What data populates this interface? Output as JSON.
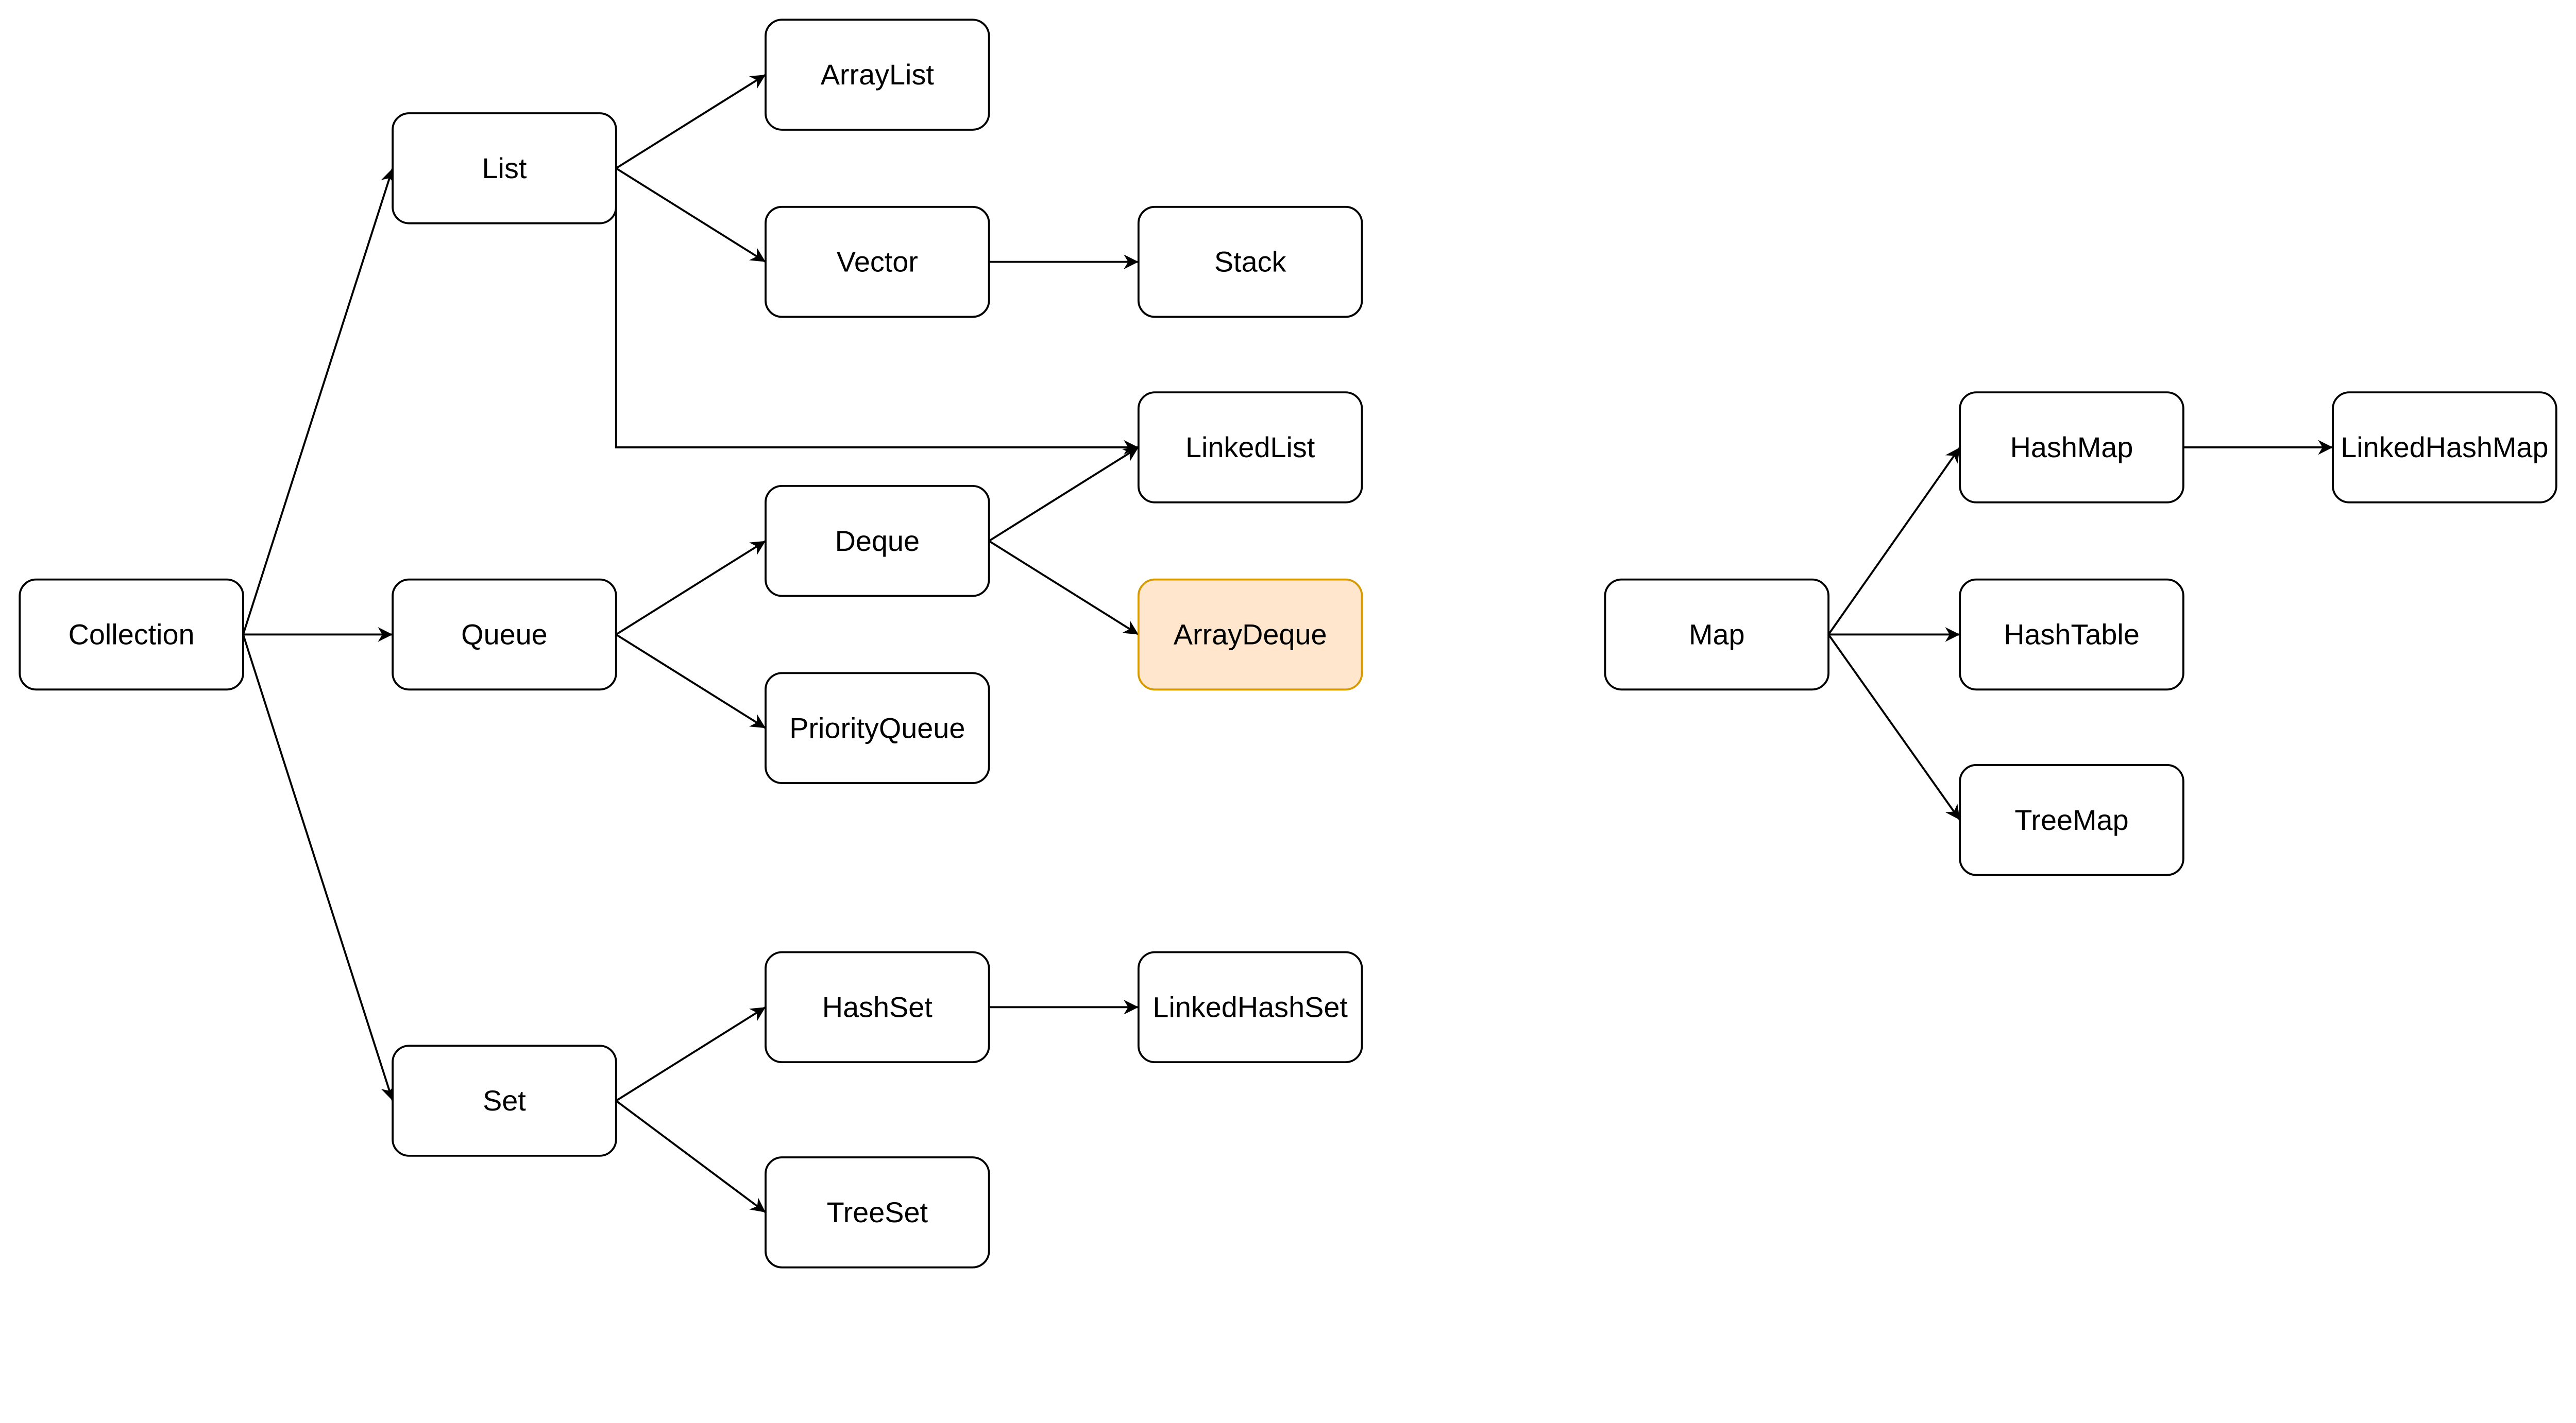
{
  "colors": {
    "stroke": "#000000",
    "fill": "#ffffff",
    "highlight_fill": "#ffe6cc",
    "highlight_stroke": "#d79b00"
  },
  "nodes": [
    {
      "id": "collection",
      "label": "Collection"
    },
    {
      "id": "list",
      "label": "List"
    },
    {
      "id": "queue",
      "label": "Queue"
    },
    {
      "id": "set",
      "label": "Set"
    },
    {
      "id": "arraylist",
      "label": "ArrayList"
    },
    {
      "id": "vector",
      "label": "Vector"
    },
    {
      "id": "stack",
      "label": "Stack"
    },
    {
      "id": "linkedlist",
      "label": "LinkedList"
    },
    {
      "id": "deque",
      "label": "Deque"
    },
    {
      "id": "arraydeque",
      "label": "ArrayDeque",
      "highlight": true
    },
    {
      "id": "priorityqueue",
      "label": "PriorityQueue"
    },
    {
      "id": "hashset",
      "label": "HashSet"
    },
    {
      "id": "linkedhashset",
      "label": "LinkedHashSet"
    },
    {
      "id": "treeset",
      "label": "TreeSet"
    },
    {
      "id": "map",
      "label": "Map"
    },
    {
      "id": "hashmap",
      "label": "HashMap"
    },
    {
      "id": "hashtable",
      "label": "HashTable"
    },
    {
      "id": "treemap",
      "label": "TreeMap"
    },
    {
      "id": "linkedhashmap",
      "label": "LinkedHashMap"
    }
  ],
  "edges": [
    [
      "collection",
      "list"
    ],
    [
      "collection",
      "queue"
    ],
    [
      "collection",
      "set"
    ],
    [
      "list",
      "arraylist"
    ],
    [
      "list",
      "vector"
    ],
    [
      "list",
      "linkedlist"
    ],
    [
      "vector",
      "stack"
    ],
    [
      "queue",
      "deque"
    ],
    [
      "queue",
      "priorityqueue"
    ],
    [
      "deque",
      "linkedlist"
    ],
    [
      "deque",
      "arraydeque"
    ],
    [
      "set",
      "hashset"
    ],
    [
      "set",
      "treeset"
    ],
    [
      "hashset",
      "linkedhashset"
    ],
    [
      "map",
      "hashmap"
    ],
    [
      "map",
      "hashtable"
    ],
    [
      "map",
      "treemap"
    ],
    [
      "hashmap",
      "linkedhashmap"
    ]
  ]
}
